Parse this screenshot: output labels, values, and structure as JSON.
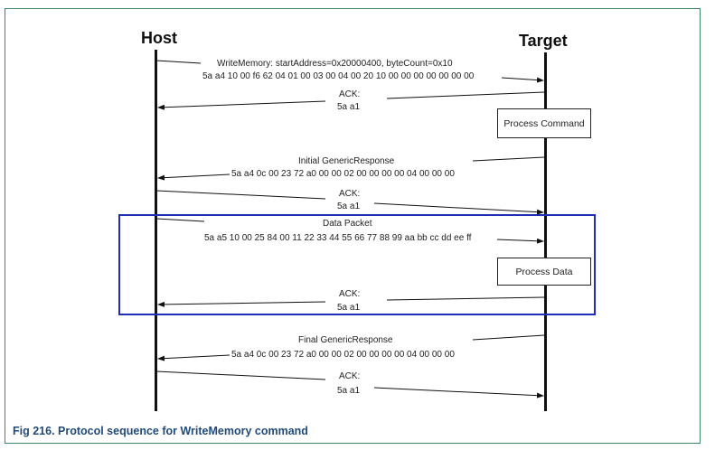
{
  "lifelines": {
    "host": "Host",
    "target": "Target"
  },
  "messages": [
    {
      "line1": "WriteMemory: startAddress=0x20000400, byteCount=0x10",
      "line2": "5a a4 10 00 f6 62 04 01 00 03 00 04 00 20 10 00 00 00 00 00 00 00",
      "direction": "host-to-target"
    },
    {
      "line1": "ACK:",
      "line2": "5a a1",
      "direction": "target-to-host"
    },
    {
      "line1": "Initial GenericResponse",
      "line2": "5a a4 0c 00 23 72 a0 00 00 02 00 00 00 00 04 00 00 00",
      "direction": "target-to-host"
    },
    {
      "line1": "ACK:",
      "line2": "5a a1",
      "direction": "host-to-target"
    },
    {
      "line1": "Data Packet",
      "line2": "5a a5 10 00 25 84 00 11 22 33 44 55 66 77 88 99 aa bb cc dd ee ff",
      "direction": "host-to-target"
    },
    {
      "line1": "ACK:",
      "line2": "5a a1",
      "direction": "target-to-host"
    },
    {
      "line1": "Final GenericResponse",
      "line2": "5a a4 0c 00 23 72 a0 00 00 02 00 00 00 00 04 00 00 00",
      "direction": "target-to-host"
    },
    {
      "line1": "ACK:",
      "line2": "5a a1",
      "direction": "host-to-target"
    }
  ],
  "boxes": {
    "process_command": "Process Command",
    "process_data": "Process Data"
  },
  "caption": "Fig 216. Protocol sequence for WriteMemory command",
  "colors": {
    "frame": "#3b8a66",
    "loop_frame": "#1f2fb5",
    "caption": "#1f4a7a"
  }
}
